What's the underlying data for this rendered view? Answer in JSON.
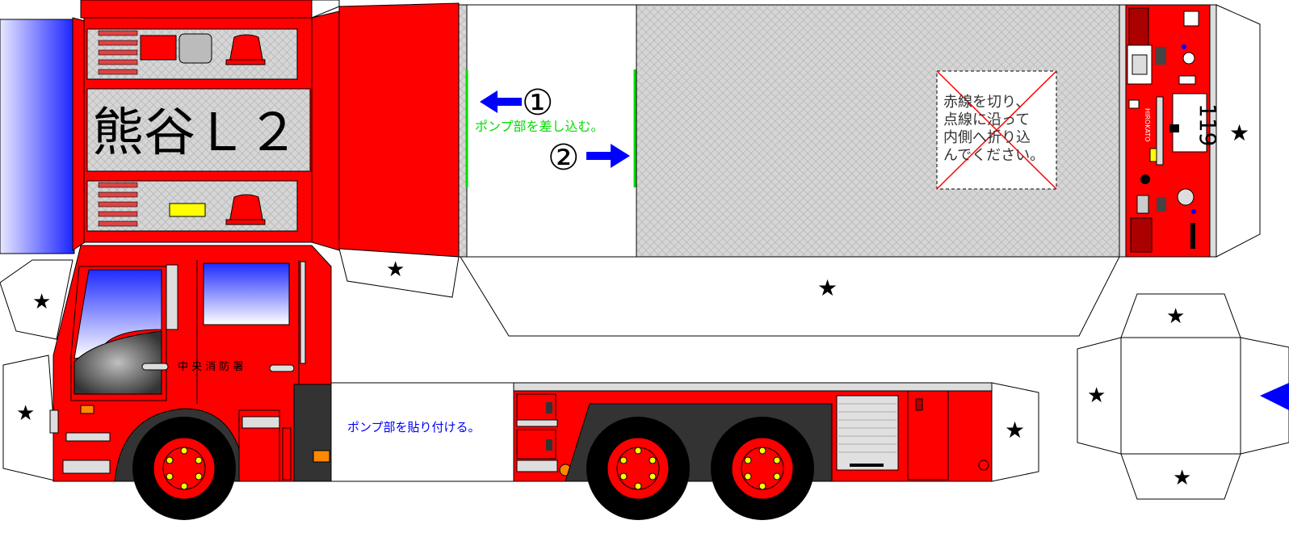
{
  "unit_name": "熊谷Ｌ２",
  "station_label": "中 央 消 防 署",
  "pump_insert_text": "ポンプ部を差し込む。",
  "pump_attach_text": "ポンプ部を貼り付ける。",
  "step_one": "①",
  "step_two": "②",
  "cut_instructions": [
    "赤線を切り、",
    "点線に沿って",
    "内側へ折り込",
    "んでください。"
  ],
  "panel_number": "119",
  "maker_text": "HIROKATO",
  "glue_mark": "★",
  "colors": {
    "body_red": "#ff0000",
    "dark_red": "#cc0000",
    "arrow_blue": "#0000ff",
    "guide_green": "#00dd00",
    "tread_gray": "#d4d4d4",
    "yellow": "#ffff00"
  }
}
